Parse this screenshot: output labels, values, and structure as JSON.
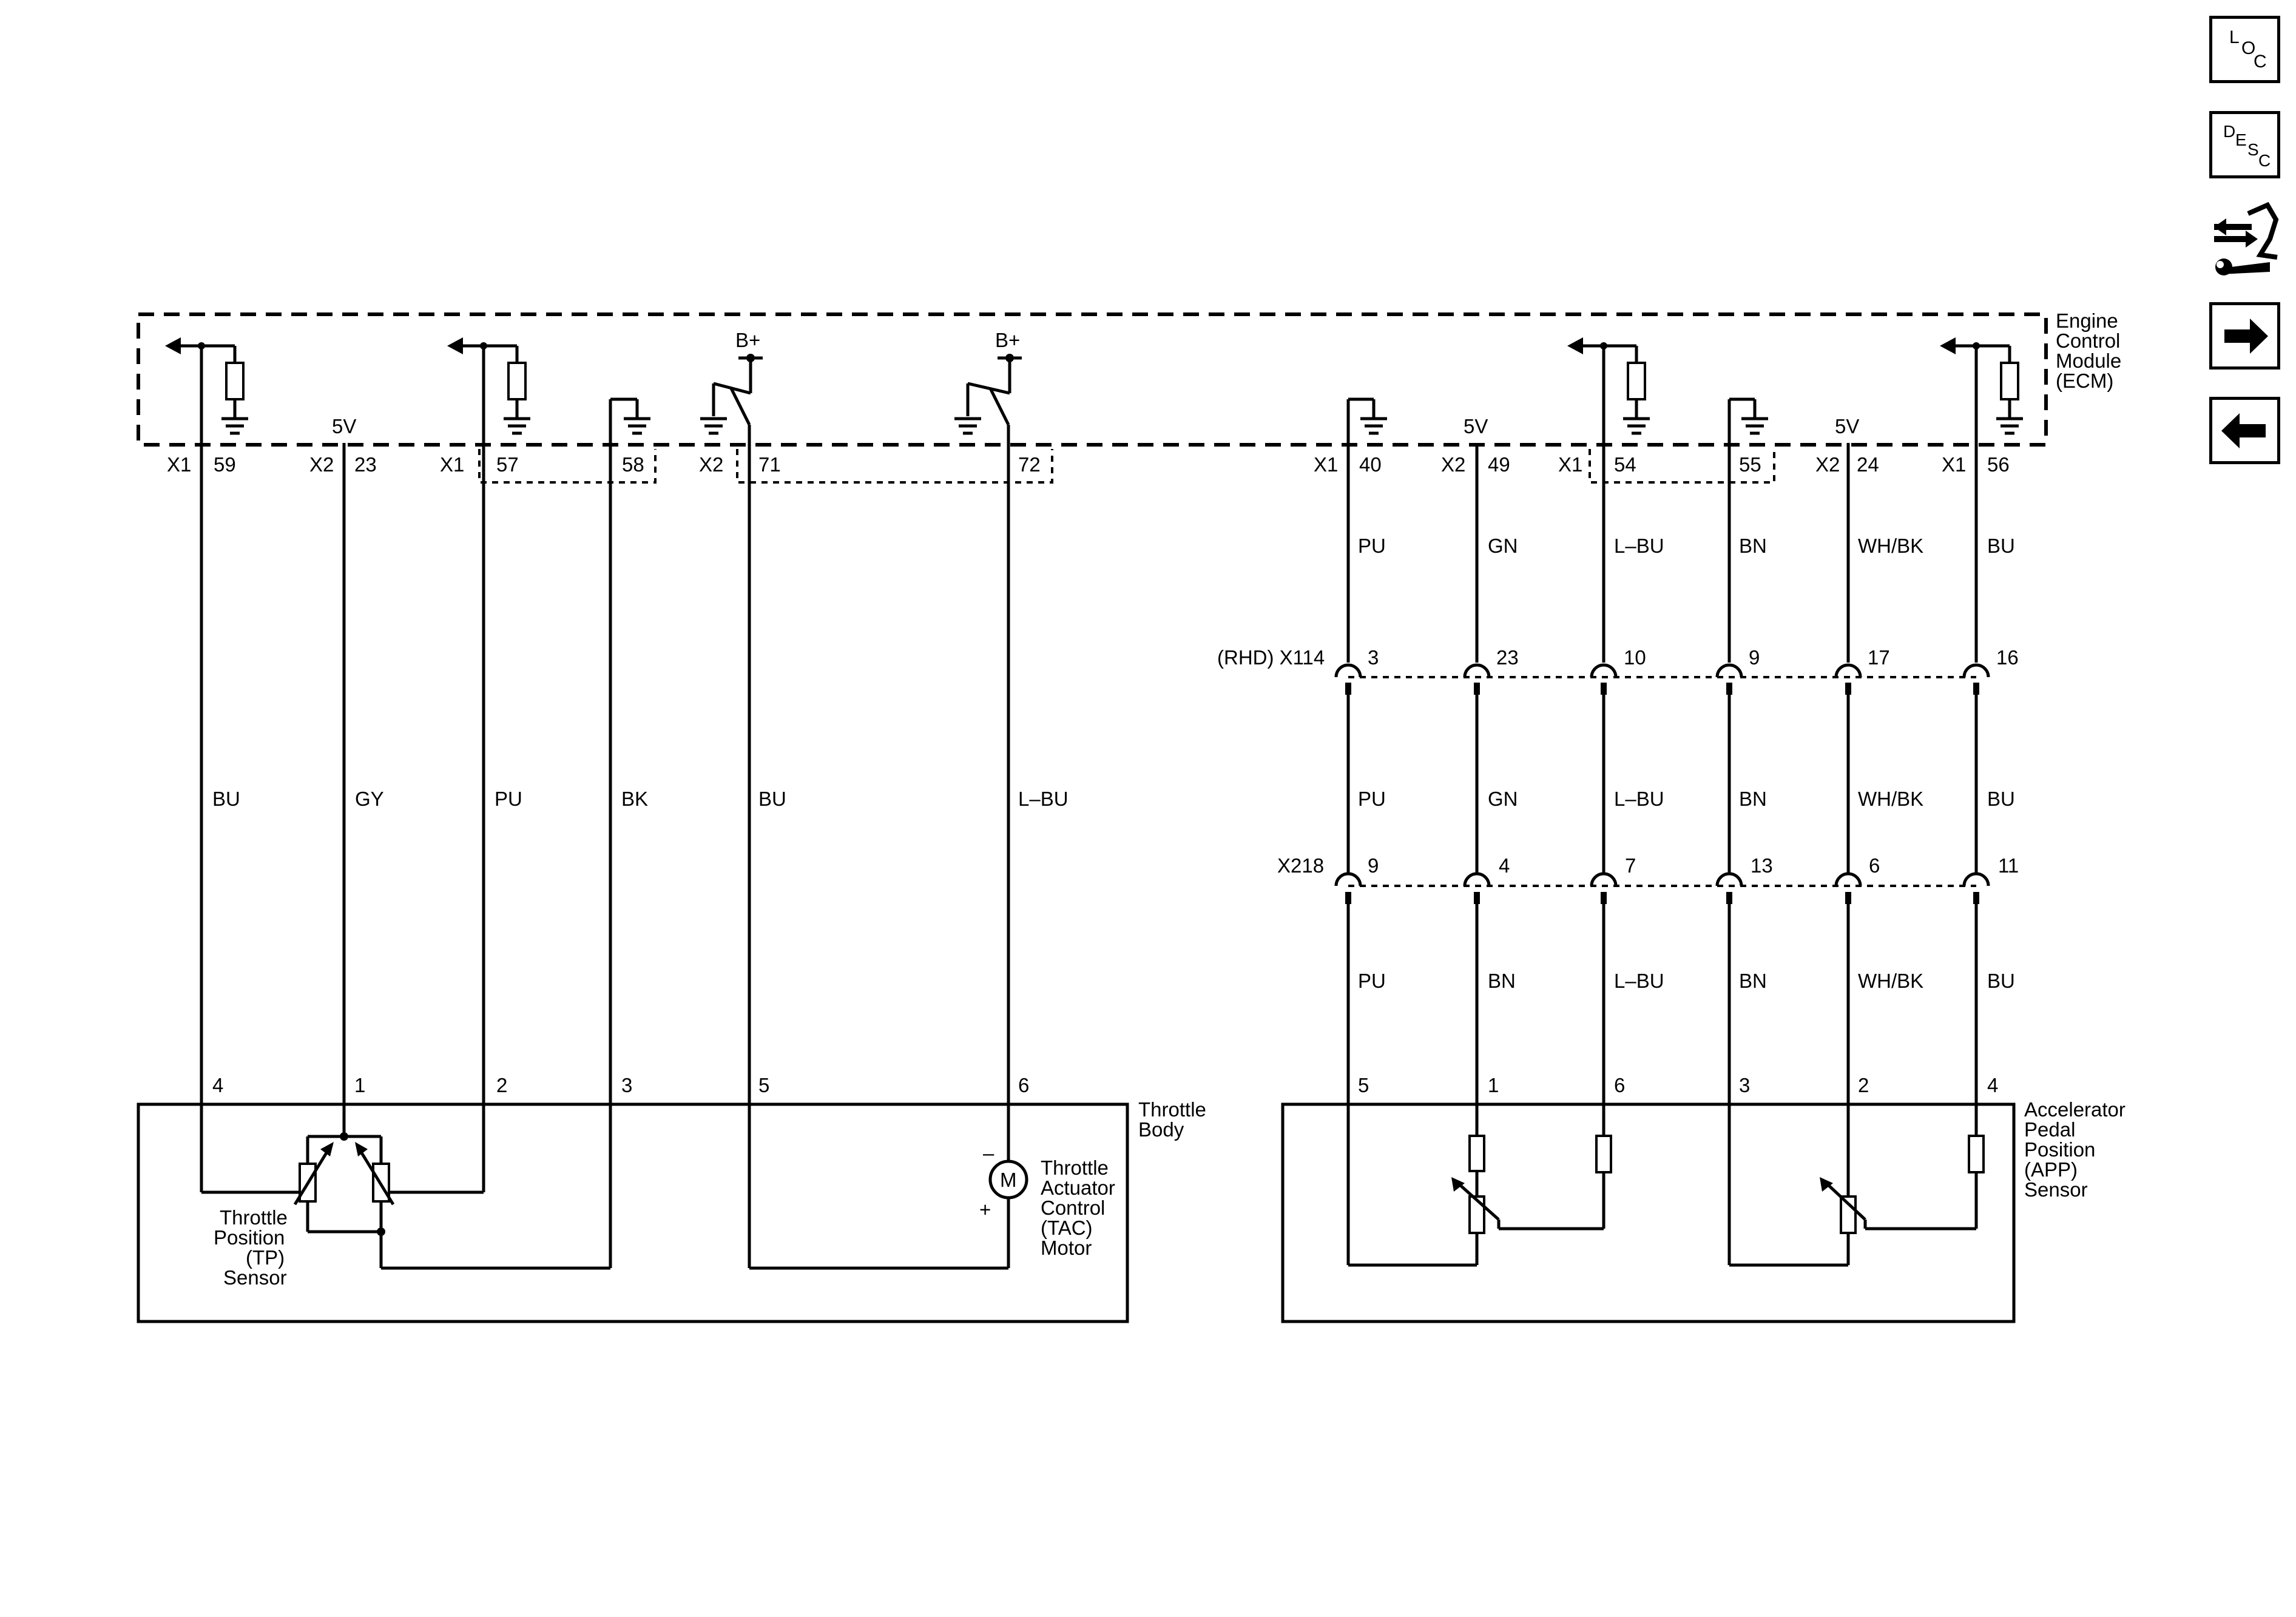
{
  "ecm": {
    "label": [
      "Engine",
      "Control",
      "Module",
      "(ECM)"
    ]
  },
  "supply": {
    "five_volt": "5V",
    "battery": "B+"
  },
  "ecm_pins": {
    "tp_sig1": {
      "conn": "X1",
      "pin": "59"
    },
    "tp_5v": {
      "conn": "X2",
      "pin": "23"
    },
    "tp_sig2": {
      "conn": "X1",
      "pin": "57"
    },
    "tp_low": {
      "pin": "58"
    },
    "tac_1": {
      "conn": "X2",
      "pin": "71"
    },
    "tac_2": {
      "pin": "72"
    },
    "app_low1": {
      "conn": "X1",
      "pin": "40"
    },
    "app_5v1": {
      "conn": "X2",
      "pin": "49"
    },
    "app_sig1": {
      "conn": "X1",
      "pin": "54"
    },
    "app_low2": {
      "pin": "55"
    },
    "app_5v2": {
      "conn": "X2",
      "pin": "24"
    },
    "app_sig2": {
      "conn": "X1",
      "pin": "56"
    }
  },
  "wires_ecm_side": [
    "PU",
    "GN",
    "L–BU",
    "BN",
    "WH/BK",
    "BU"
  ],
  "connector_x114": {
    "label": "(RHD) X114",
    "pins": [
      "3",
      "23",
      "10",
      "9",
      "17",
      "16"
    ]
  },
  "wires_mid": [
    "PU",
    "GN",
    "L–BU",
    "BN",
    "WH/BK",
    "BU"
  ],
  "connector_x218": {
    "label": "X218",
    "pins": [
      "9",
      "4",
      "7",
      "13",
      "6",
      "11"
    ]
  },
  "wires_sensor_side": [
    "PU",
    "BN",
    "L–BU",
    "BN",
    "WH/BK",
    "BU"
  ],
  "throttle_wires": [
    "BU",
    "GY",
    "PU",
    "BK",
    "BU",
    "L–BU"
  ],
  "throttle_body": {
    "label": [
      "Throttle",
      "Body"
    ],
    "pins": [
      "4",
      "1",
      "2",
      "3",
      "5",
      "6"
    ],
    "tp_sensor": [
      "Throttle",
      "Position",
      "(TP)",
      "Sensor"
    ],
    "tac_motor": [
      "Throttle",
      "Actuator",
      "Control",
      "(TAC)",
      "Motor"
    ],
    "motor_symbol": "M",
    "minus": "–",
    "plus": "+"
  },
  "app_sensor": {
    "label": [
      "Accelerator",
      "Pedal",
      "Position",
      "(APP)",
      "Sensor"
    ],
    "pins": [
      "5",
      "1",
      "6",
      "3",
      "2",
      "4"
    ]
  },
  "nav": {
    "loc": [
      "L",
      "O",
      "C"
    ],
    "desc": [
      "D",
      "E",
      "S",
      "C"
    ]
  }
}
